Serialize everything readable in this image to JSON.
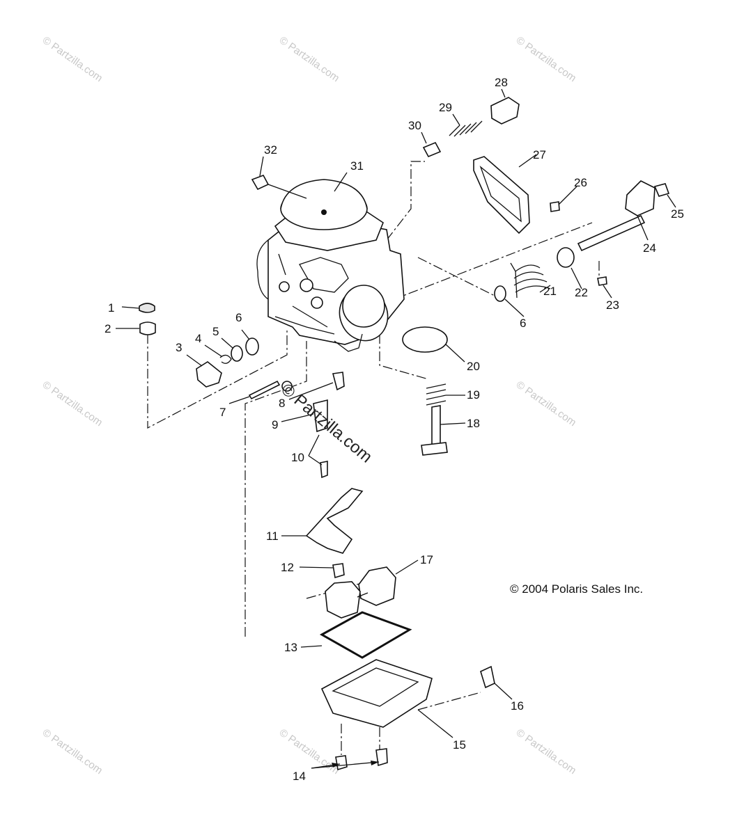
{
  "diagram": {
    "copyright": "© 2004 Polaris Sales Inc.",
    "watermark": "© Partzilla.com",
    "center_watermark": "© Partzilla.com",
    "callouts": [
      "1",
      "2",
      "3",
      "4",
      "5",
      "6",
      "7",
      "8",
      "9",
      "10",
      "11",
      "12",
      "13",
      "14",
      "15",
      "16",
      "17",
      "18",
      "19",
      "20",
      "21",
      "22",
      "23",
      "24",
      "25",
      "26",
      "27",
      "28",
      "29",
      "30",
      "31",
      "32"
    ]
  },
  "colors": {
    "line": "#111111",
    "watermark": "#c8c8c8",
    "background": "#ffffff"
  }
}
